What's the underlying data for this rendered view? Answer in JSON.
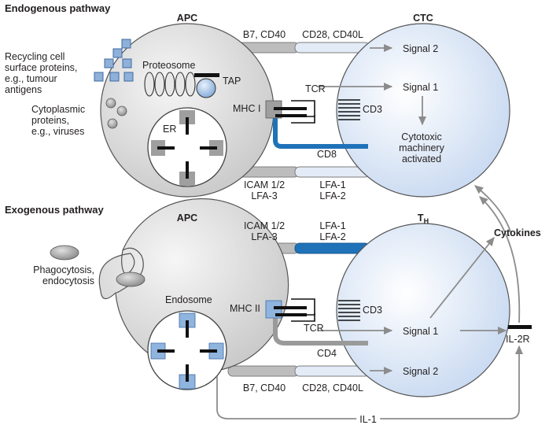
{
  "endogenous": {
    "title": "Endogenous pathway",
    "apc": "APC",
    "ctc": "CTC",
    "recycling": [
      "Recycling cell",
      "surface proteins,",
      "e.g., tumour",
      "antigens"
    ],
    "cytoplasmic": [
      "Cytoplasmic",
      "proteins,",
      "e.g., viruses"
    ],
    "proteosome": "Proteosome",
    "tap": "TAP",
    "er": "ER",
    "mhc": "MHC I",
    "tcr": "TCR",
    "cd3": "CD3",
    "co_receptor": "CD8",
    "costim_apc": "B7, CD40",
    "costim_tc": "CD28, CD40L",
    "adhesion_apc": [
      "ICAM 1/2",
      "LFA-3"
    ],
    "adhesion_tc": [
      "LFA-1",
      "LFA-2"
    ],
    "signal2": "Signal 2",
    "signal1": "Signal 1",
    "outcome": [
      "Cytotoxic",
      "machinery",
      "activated"
    ]
  },
  "exogenous": {
    "title": "Exogenous pathway",
    "apc": "APC",
    "th": "T",
    "th_sub": "H",
    "phago": [
      "Phagocytosis,",
      "endocytosis"
    ],
    "endosome": "Endosome",
    "mhc": "MHC II",
    "tcr": "TCR",
    "cd3": "CD3",
    "co_receptor": "CD4",
    "adhesion_apc": [
      "ICAM 1/2",
      "LFA-3"
    ],
    "adhesion_tc": [
      "LFA-1",
      "LFA-2"
    ],
    "costim_apc": "B7, CD40",
    "costim_tc": "CD28, CD40L",
    "signal1": "Signal 1",
    "signal2": "Signal 2"
  },
  "cytokines": "Cytokines",
  "il2r": "IL-2R",
  "il1": "IL-1",
  "colors": {
    "cell_fill": "#dcdcdc",
    "tcell_fill": "#dde6f5",
    "blue": "#1f72b8",
    "light_blue": "#8fb4de",
    "gray": "#9a9a9a",
    "arrow": "#8c8c8c"
  }
}
